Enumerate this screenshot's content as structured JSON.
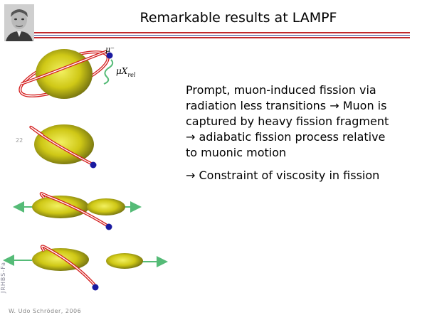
{
  "slide": {
    "title": "Remarkable results at LAMPF",
    "body": [
      "Prompt, muon-induced fission via radiation less transitions → Muon is captured by heavy fission fragment → adiabatic fission process relative to muonic motion",
      "→ Constraint of viscosity in fission"
    ],
    "page_number": "22",
    "side_note": "JRHBS-Fa",
    "footer": "W. Udo Schröder, 2006"
  },
  "figure": {
    "label_muon": "μ⁻",
    "label_xray": "μX",
    "label_xray_sub": "rel"
  },
  "colors": {
    "nucleus": "#d9d414",
    "orbit": "#d42020",
    "arrow": "#55bb77",
    "muon": "#1a1aa0",
    "rule_red": "#c0282d",
    "rule_blue": "#2e3d8e"
  }
}
